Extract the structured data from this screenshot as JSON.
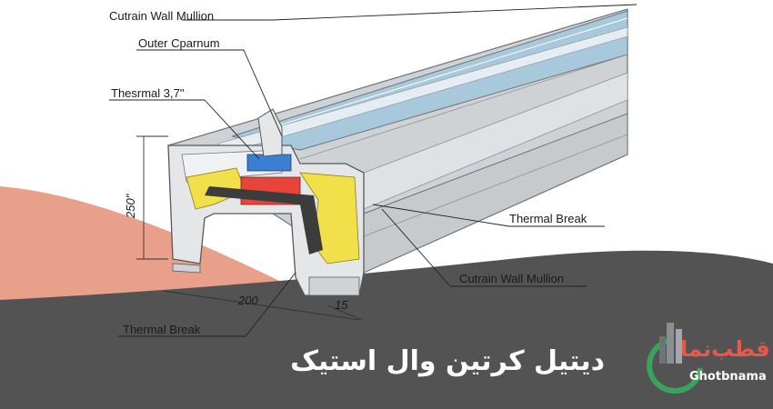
{
  "labels": {
    "cw_mullion_top": "Cutrain Wall Mullion",
    "outer_cparnum": "Outer Cparnum",
    "thermal_37": "Thesrmal 3,7\"",
    "thermal_break_right": "Thermal Break",
    "cw_mullion_right": "Cutrain Wall Mullion",
    "thermal_break_bottom": "Thermal Break"
  },
  "dimensions": {
    "height": "250\"",
    "width": "200",
    "small": "15"
  },
  "caption": "دیتیل کرتین وال استیک",
  "logo": {
    "name": "قطب‌نما",
    "latin": "Ghotbnama"
  },
  "colors": {
    "salmon": "#e8a08a",
    "dark_band": "#535353",
    "aluminum": "#d9dbdd",
    "glass": "#a8c8dc",
    "insulation": "#f2e04a",
    "logo_red": "#e8584a",
    "logo_green": "#3aa35a"
  }
}
